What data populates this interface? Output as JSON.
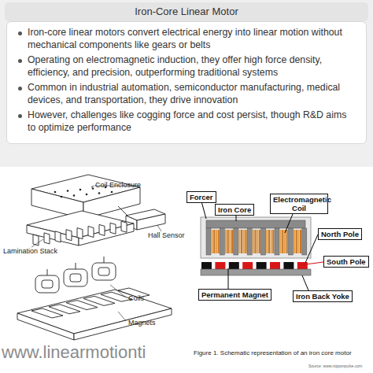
{
  "diagram": {
    "title": "Iron-Core Linear Motor",
    "caption": "Figure 1. Schematic representation of an iron core motor",
    "nodes": [
      {
        "text": [
          "Iron-core linear motors convert electrical energy into linear motion without mechanical components like gears or belts",
          "Operating on electromagnetic induction, they offer high force density, efficiency, and precision, outperforming traditional systems",
          "Common in industrial automation, semiconductor manufacturing, medical devices, and transportation, they drive innovation",
          "However, challenges like cogging force and cost persist, though R&D aims to optimize performance"
        ]
      },
      {
        "text": [
          "Forcer"
        ]
      },
      {
        "text": [
          "Iron Core"
        ]
      },
      {
        "text": [
          "Electromagnetic Coil"
        ]
      },
      {
        "text": [
          "North Pole"
        ]
      },
      {
        "text": [
          "South Pole"
        ]
      },
      {
        "text": [
          "Permanent Magnet"
        ]
      },
      {
        "text": [
          "Iron Back Yoke"
        ]
      }
    ],
    "labels": [
      "Coil Enclosure",
      "Hall Sensor",
      "Lamination Stack",
      "Coils",
      "Magnets",
      "www.linearmotionti",
      "Source: www.nipponpulse.com"
    ]
  }
}
